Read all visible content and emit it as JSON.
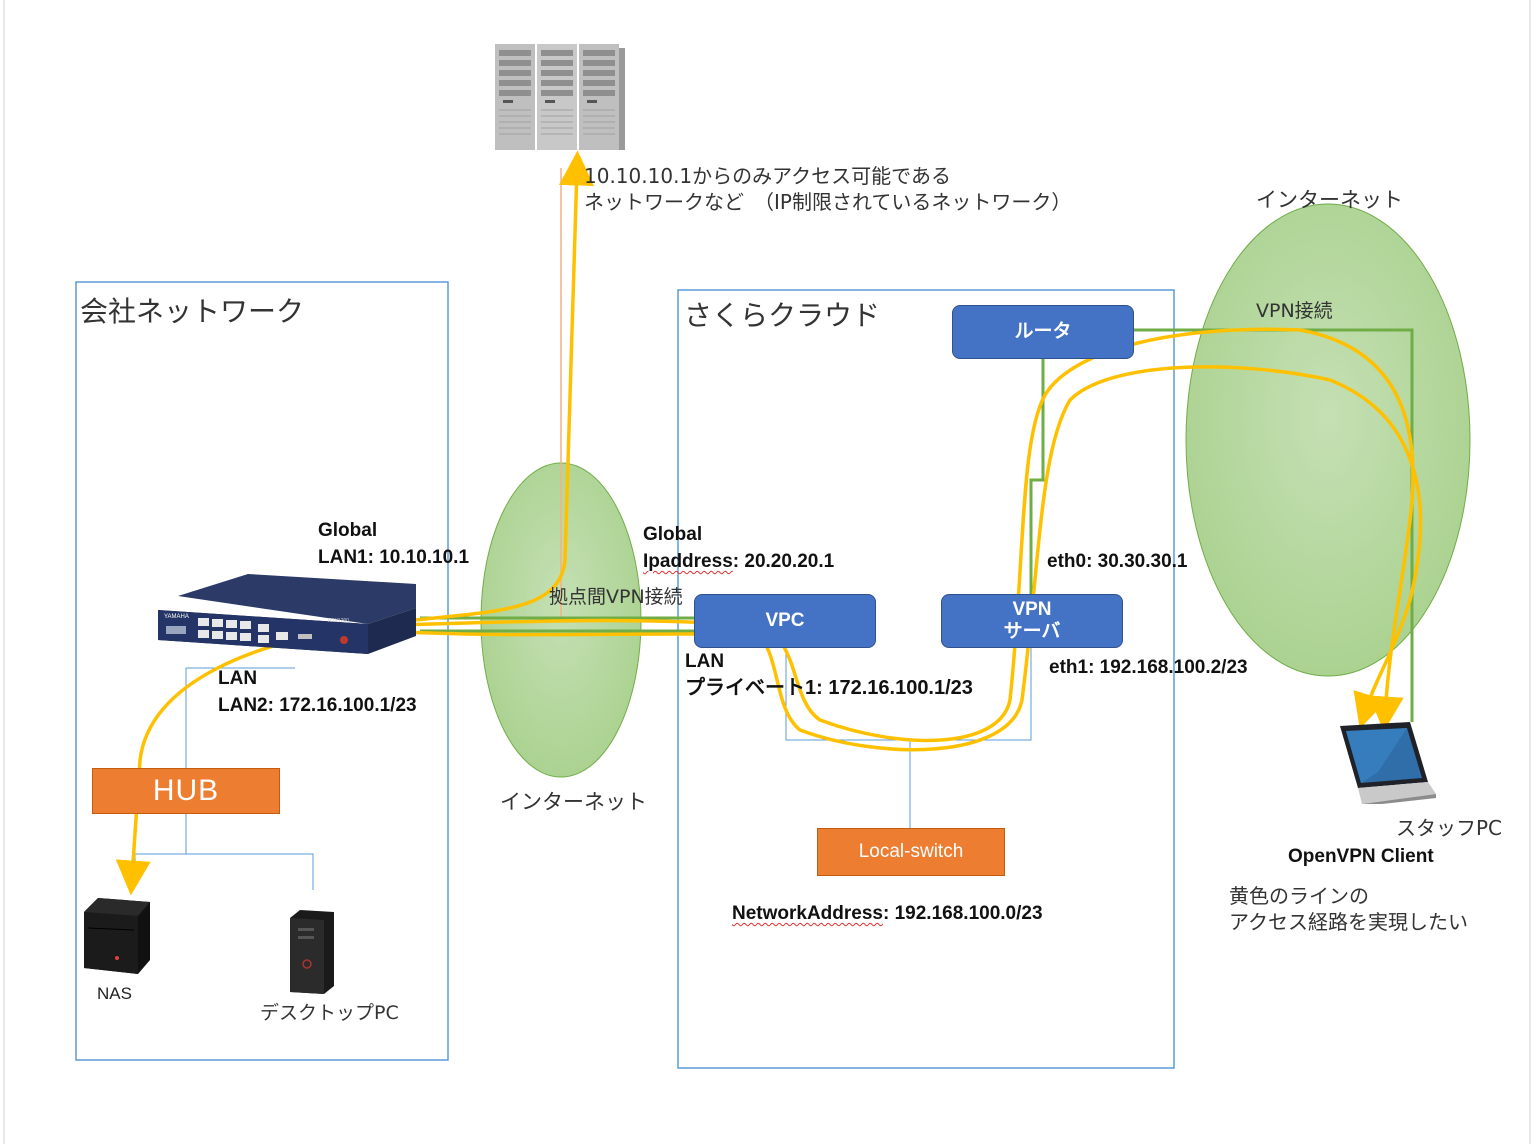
{
  "top_note": {
    "line1": "10.10.10.1からのみアクセス可能である",
    "line2": "ネットワークなど　（IP制限されているネットワーク）"
  },
  "company": {
    "title": "会社ネットワーク",
    "router_global_label": "Global",
    "router_lan1": "LAN1: 10.10.10.1",
    "router_lan_label": "LAN",
    "router_lan2": "LAN2: 172.16.100.1/23",
    "hub_label": "HUB",
    "nas_label": "NAS",
    "desktop_label": "デスクトップPC"
  },
  "internet_middle": {
    "vpn_label": "拠点間VPN接続",
    "label": "インターネット"
  },
  "sakura": {
    "title": "さくらクラウド",
    "global_label": "Global",
    "ipaddress_prefix": "Ipaddress",
    "ipaddress_value": ": 20.20.20.1",
    "router_label": "ルータ",
    "vpc_label": "VPC",
    "vpn_server_line1": "VPN",
    "vpn_server_line2": "サーバ",
    "eth0": "eth0:  30.30.30.1",
    "eth1": "eth1:  192.168.100.2/23",
    "lan_label": "LAN",
    "private_label": "プライベート1: 172.16.100.1/23",
    "local_switch_label": "Local-switch",
    "network_prefix": "NetworkAddress",
    "network_value": ": 192.168.100.0/23"
  },
  "internet_right": {
    "label": "インターネット",
    "vpn_label": "VPN接続"
  },
  "staff": {
    "pc_label": "スタッフPC",
    "client_label": "OpenVPN Client",
    "note_line1": "黄色のラインの",
    "note_line2": "アクセス経路を実現したい"
  },
  "colors": {
    "blue_box": "#4472c4",
    "orange_box": "#ed7d31",
    "ellipse_fill": "#a9d18e",
    "yellow_route": "#ffc000",
    "green_line": "#70ad47",
    "frame_border": "#5b9bd5"
  }
}
